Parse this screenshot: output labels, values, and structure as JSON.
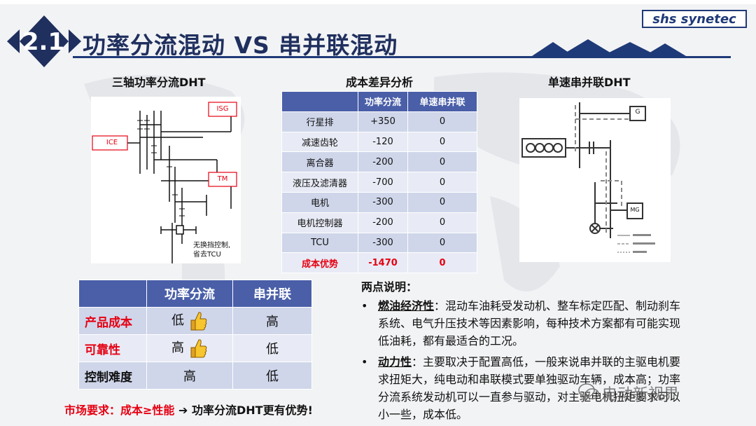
{
  "header": {
    "section_number": "2.1",
    "title": "功率分流混动  VS 串并联混动",
    "logo_text": "shs synetec"
  },
  "left_diagram": {
    "caption": "三轴功率分流DHT",
    "labels": {
      "isg": "ISG",
      "ice": "ICE",
      "tm": "TM"
    },
    "note_line1": "无换挡控制,",
    "note_line2": "省去TCU"
  },
  "cost_table": {
    "caption": "成本差异分析",
    "headers": [
      "",
      "功率分流",
      "单速串并联"
    ],
    "rows": [
      [
        "行星排",
        "+350",
        "0"
      ],
      [
        "减速齿轮",
        "-120",
        "0"
      ],
      [
        "离合器",
        "-200",
        "0"
      ],
      [
        "液压及滤清器",
        "-700",
        "0"
      ],
      [
        "电机",
        "-300",
        "0"
      ],
      [
        "电机控制器",
        "-200",
        "0"
      ],
      [
        "TCU",
        "-300",
        "0"
      ]
    ],
    "summary": [
      "成本优势",
      "-1470",
      "0"
    ]
  },
  "right_diagram": {
    "caption": "单速串并联DHT",
    "labels": {
      "g": "G",
      "mg": "MG"
    }
  },
  "compare_table": {
    "headers": [
      "",
      "功率分流",
      "串并联"
    ],
    "rows": [
      {
        "label": "产品成本",
        "a": "低",
        "b": "高",
        "a_thumb": true,
        "label_red": true
      },
      {
        "label": "可靠性",
        "a": "高",
        "b": "低",
        "a_thumb": true,
        "label_red": true
      },
      {
        "label": "控制难度",
        "a": "高",
        "b": "低",
        "a_thumb": false,
        "label_red": false
      }
    ]
  },
  "market": {
    "red_text": "市场要求：成本≥性能",
    "arrow": "➔",
    "black_text": "功率分流DHT更有优势!"
  },
  "notes": {
    "title": "两点说明：",
    "items": [
      {
        "keyword": "燃油经济性",
        "text": "：混动车油耗受发动机、整车标定匹配、制动刹车系统、电气升压技术等因素影响，每种技术方案都有可能实现低油耗，都有最适合的工况。"
      },
      {
        "keyword": "动力性",
        "text": "：主要取决于配置高低，一般来说串并联的主驱电机要求扭矩大，纯电动和串联模式要单独驱动车辆，成本高；功率分流系统发动机可以一直参与驱动，对主驱电机扭矩要求可以小一些，成本低。"
      }
    ]
  },
  "watermark": {
    "text": "电动新视界"
  },
  "colors": {
    "navy": "#1f3a78",
    "table_header": "#4a5fa8",
    "red": "#e60012"
  }
}
